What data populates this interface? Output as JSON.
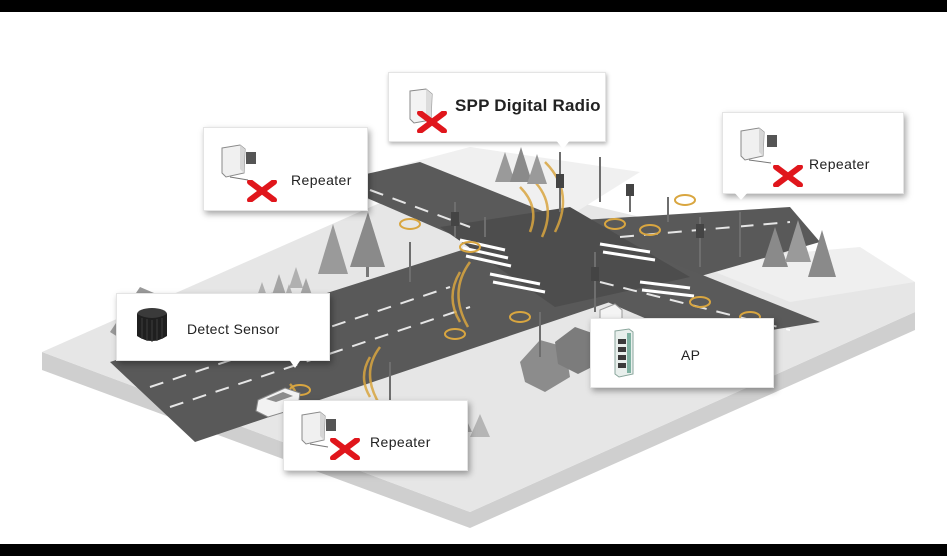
{
  "callouts": {
    "spp_radio": {
      "label": "SPP Digital Radio",
      "icon": "radio-enclosure-icon",
      "status": "x-mark-icon"
    },
    "repeater_left": {
      "label": "Repeater",
      "icon": "repeater-enclosure-icon",
      "status": "x-mark-icon"
    },
    "repeater_right": {
      "label": "Repeater",
      "icon": "repeater-enclosure-icon",
      "status": "x-mark-icon"
    },
    "repeater_bottom": {
      "label": "Repeater",
      "icon": "repeater-enclosure-icon",
      "status": "x-mark-icon"
    },
    "detect_sensor": {
      "label": "Detect Sensor",
      "icon": "puck-sensor-icon"
    },
    "ap": {
      "label": "AP",
      "icon": "din-rail-ap-icon"
    }
  },
  "colors": {
    "road": "#555555",
    "ground": "#e2e2e2",
    "signal_wave": "#d9a640",
    "x_mark": "#e0161c",
    "frame": "#000000"
  }
}
